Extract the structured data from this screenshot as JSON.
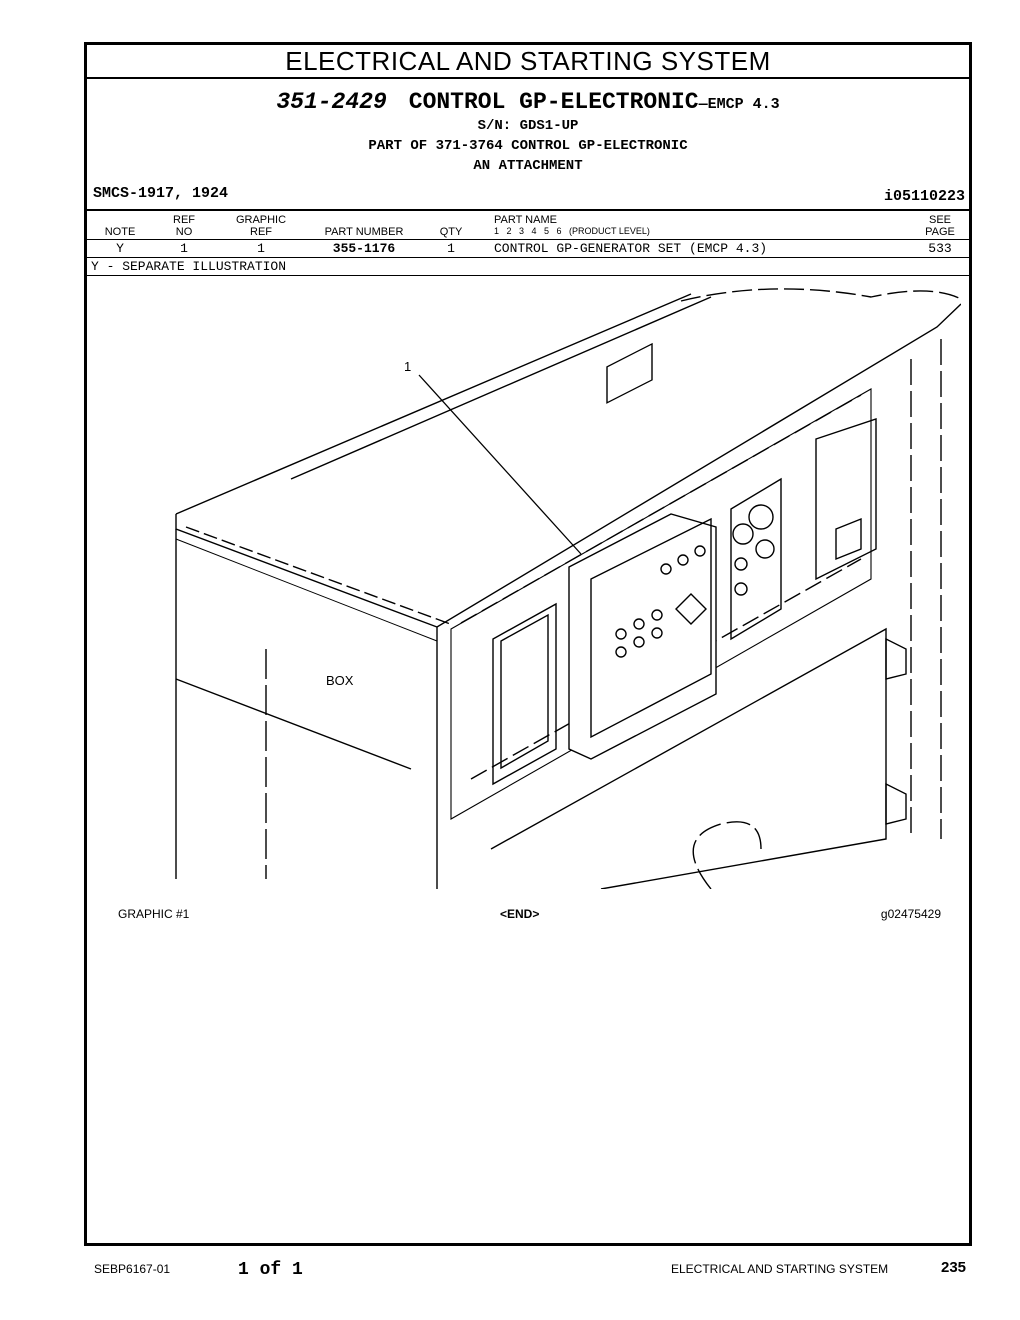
{
  "header": {
    "title": "ELECTRICAL AND STARTING SYSTEM"
  },
  "title": {
    "part_number": "351-2429",
    "name": "CONTROL GP-ELECTRONIC",
    "suffix": "—EMCP 4.3",
    "serial": "S/N: GDS1-UP",
    "part_of": "PART OF 371-3764 CONTROL GP-ELECTRONIC",
    "attachment": "AN ATTACHMENT"
  },
  "smcs": "SMCS-1917, 1924",
  "illustration_id": "i05110223",
  "table": {
    "headers": {
      "note": "NOTE",
      "ref_no_1": "REF",
      "ref_no_2": "NO",
      "graphic_ref_1": "GRAPHIC",
      "graphic_ref_2": "REF",
      "part_number": "PART NUMBER",
      "qty": "QTY",
      "part_name": "PART NAME",
      "levels": "1   2   3   4   5   6   (PRODUCT LEVEL)",
      "see_page_1": "SEE",
      "see_page_2": "PAGE"
    },
    "rows": [
      {
        "note": "Y",
        "ref_no": "1",
        "graphic_ref": "1",
        "part_number": "355-1176",
        "qty": "1",
        "part_name": "CONTROL GP-GENERATOR SET (EMCP 4.3)",
        "see_page": "533"
      }
    ],
    "footnote": "Y - SEPARATE ILLUSTRATION"
  },
  "graphic": {
    "callout": "1",
    "box_label": "BOX",
    "caption_left": "GRAPHIC #1",
    "caption_center": "<END>",
    "caption_right": "g02475429"
  },
  "footer": {
    "doc_id": "SEBP6167-01",
    "page_of": "1 of 1",
    "section": "ELECTRICAL AND STARTING SYSTEM",
    "page_number": "235"
  }
}
